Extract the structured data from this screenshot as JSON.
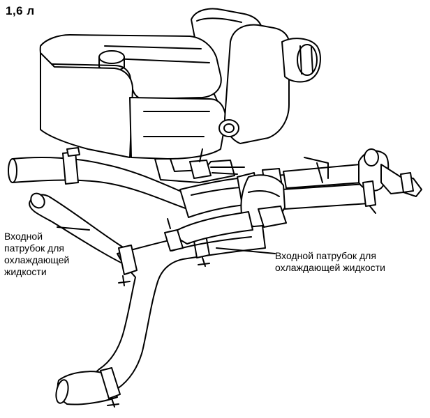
{
  "title": "1,6 л",
  "labels": {
    "left": [
      "Входной",
      "патрубок для",
      "охлаждающей",
      "жидкости"
    ],
    "right": [
      "Входной патрубок для",
      "охлаждающей жидкости"
    ]
  },
  "colors": {
    "line": "#000000",
    "fill": "#ffffff"
  }
}
